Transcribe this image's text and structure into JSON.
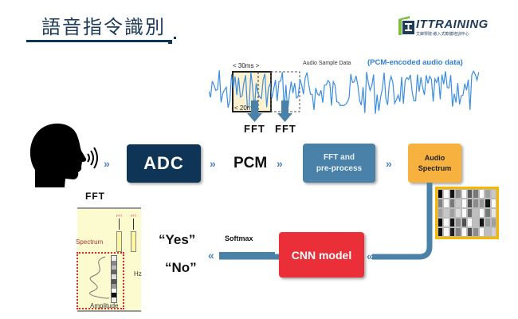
{
  "header": {
    "title": "語音指令識別",
    "logo_text": "ITTRAINING",
    "logo_subtext": "艾鍗學院-嵌入式軟體培訓中心"
  },
  "waveform": {
    "caption": "Audio Sample Data",
    "caption_note": "(PCM-encoded audio data)",
    "window_label": "< 30ms >",
    "hop_label": "< 20ms",
    "fft_labels": [
      "FFT",
      "FFT"
    ]
  },
  "pipeline": {
    "adc_label": "ADC",
    "pcm_label": "PCM",
    "fft_box_line1": "FFT and",
    "fft_box_line2": "pre-process",
    "spectrum_line1": "Audio",
    "spectrum_line2": "Spectrum",
    "cnn_label": "CNN model",
    "softmax_label": "Softmax",
    "output_yes": "“Yes”",
    "output_no": "“No”",
    "chevron": "»",
    "back_chevron": "«"
  },
  "inset": {
    "title": "FFT",
    "spectrum_label": "Spectrum",
    "hz_label": "Hz",
    "amplitude_label": "Amplitude",
    "fft_mini": [
      "FFT",
      "FFT"
    ]
  },
  "colors": {
    "navy": "#0f3556",
    "steel_blue": "#4a81a8",
    "orange": "#f6b13f",
    "red": "#ea2f38",
    "wave_blue": "#3b8ee0"
  },
  "spectrogram_gray": [
    [
      0,
      250,
      20,
      140,
      250,
      90,
      120,
      250,
      160,
      200
    ],
    [
      130,
      250,
      120,
      200,
      250,
      80,
      140,
      150,
      20,
      250
    ],
    [
      160,
      200,
      160,
      220,
      250,
      110,
      190,
      250,
      120,
      230
    ],
    [
      10,
      250,
      20,
      140,
      80,
      250,
      190,
      20,
      150,
      160
    ],
    [
      20,
      250,
      30,
      130,
      250,
      80,
      140,
      250,
      190,
      210
    ]
  ]
}
